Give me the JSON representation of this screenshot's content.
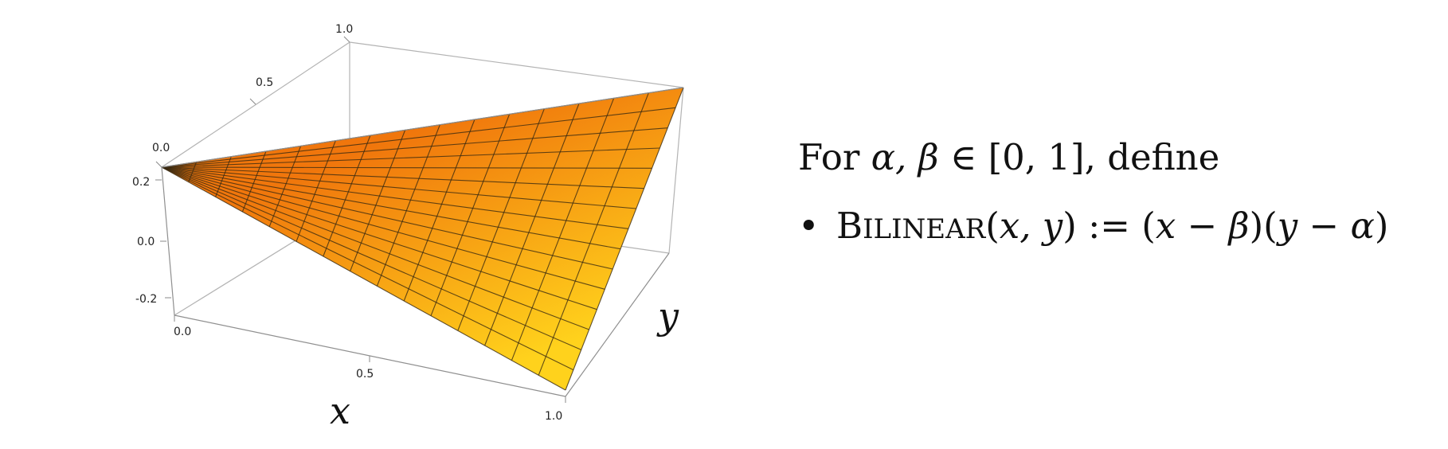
{
  "figure": {
    "x_axis_label": "x",
    "y_axis_label": "y",
    "x_ticks": [
      "0.0",
      "0.5",
      "1.0"
    ],
    "y_ticks": [
      "0.0",
      "0.5",
      "1.0"
    ],
    "z_ticks": [
      "0.2",
      "0.0",
      "-0.2"
    ],
    "surface_colors": [
      "#ffd21c",
      "#f0760c"
    ],
    "grid_lines": 15
  },
  "text": {
    "line1": {
      "prefix": "For ",
      "vars": "α, β",
      "set": " ∈ [0, 1], ",
      "suffix": "define"
    },
    "line2": {
      "bullet": "•",
      "name_first": "B",
      "name_rest": "ILINEAR",
      "args_open": "(",
      "args": "x, y",
      "args_close": ")",
      "assign": " := (",
      "x_var": "x",
      "minus1": " − ",
      "beta": "β",
      "mid": ")(",
      "y_var": "y",
      "minus2": " − ",
      "alpha": "α",
      "end": ")"
    }
  }
}
